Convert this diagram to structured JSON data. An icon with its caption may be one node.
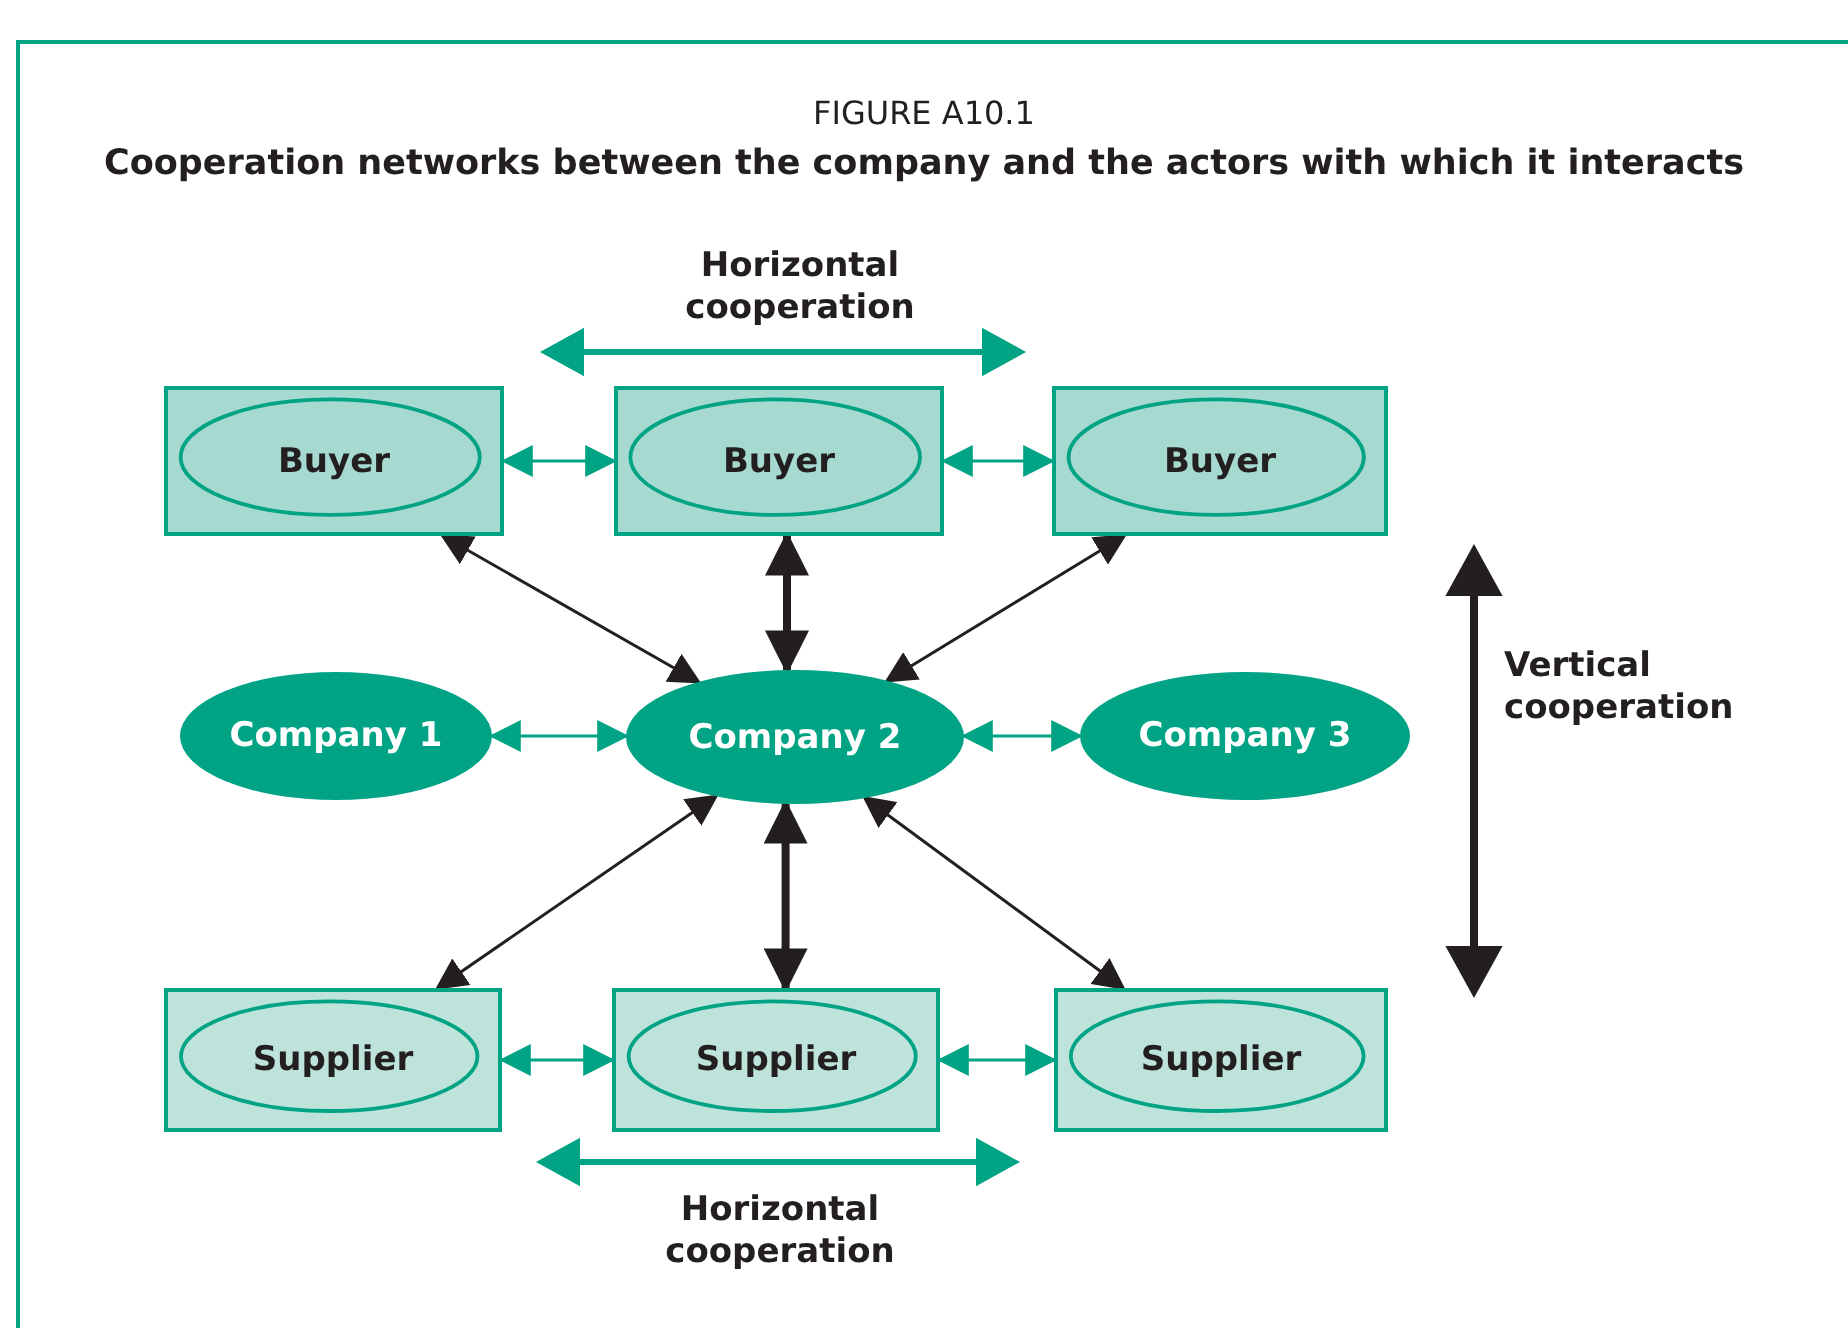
{
  "diagram": {
    "title": "Cooperation networks between the company and the actors with which it interacts",
    "nodes": [
      {
        "text": [
          "Buyer"
        ]
      },
      {
        "text": [
          "Buyer"
        ]
      },
      {
        "text": [
          "Buyer"
        ]
      },
      {
        "text": [
          "Company 1"
        ]
      },
      {
        "text": [
          "Company 2"
        ]
      },
      {
        "text": [
          "Company 3"
        ]
      },
      {
        "text": [
          "Supplier"
        ]
      },
      {
        "text": [
          "Supplier"
        ]
      },
      {
        "text": [
          "Supplier"
        ]
      }
    ],
    "edges": [
      {
        "from": 0,
        "to": 1,
        "arrow": "both",
        "color": "#00a383"
      },
      {
        "from": 1,
        "to": 2,
        "arrow": "both",
        "color": "#00a383"
      },
      {
        "from": 0,
        "to": 4,
        "arrow": "both",
        "color": "#231f20"
      },
      {
        "from": 1,
        "to": 4,
        "arrow": "both",
        "color": "#231f20",
        "style": "thick"
      },
      {
        "from": 2,
        "to": 4,
        "arrow": "both",
        "color": "#231f20"
      },
      {
        "from": 3,
        "to": 4,
        "arrow": "both",
        "color": "#00a383"
      },
      {
        "from": 4,
        "to": 5,
        "arrow": "both",
        "color": "#00a383"
      },
      {
        "from": 4,
        "to": 6,
        "arrow": "both",
        "color": "#231f20"
      },
      {
        "from": 4,
        "to": 7,
        "arrow": "both",
        "color": "#231f20",
        "style": "thick"
      },
      {
        "from": 4,
        "to": 8,
        "arrow": "both",
        "color": "#231f20"
      },
      {
        "from": 6,
        "to": 7,
        "arrow": "both",
        "color": "#00a383"
      },
      {
        "from": 7,
        "to": 8,
        "arrow": "both",
        "color": "#00a383"
      }
    ],
    "labels": [
      "FIGURE A10.1",
      "Horizontal cooperation",
      "Vertical cooperation",
      "Horizontal cooperation"
    ]
  }
}
